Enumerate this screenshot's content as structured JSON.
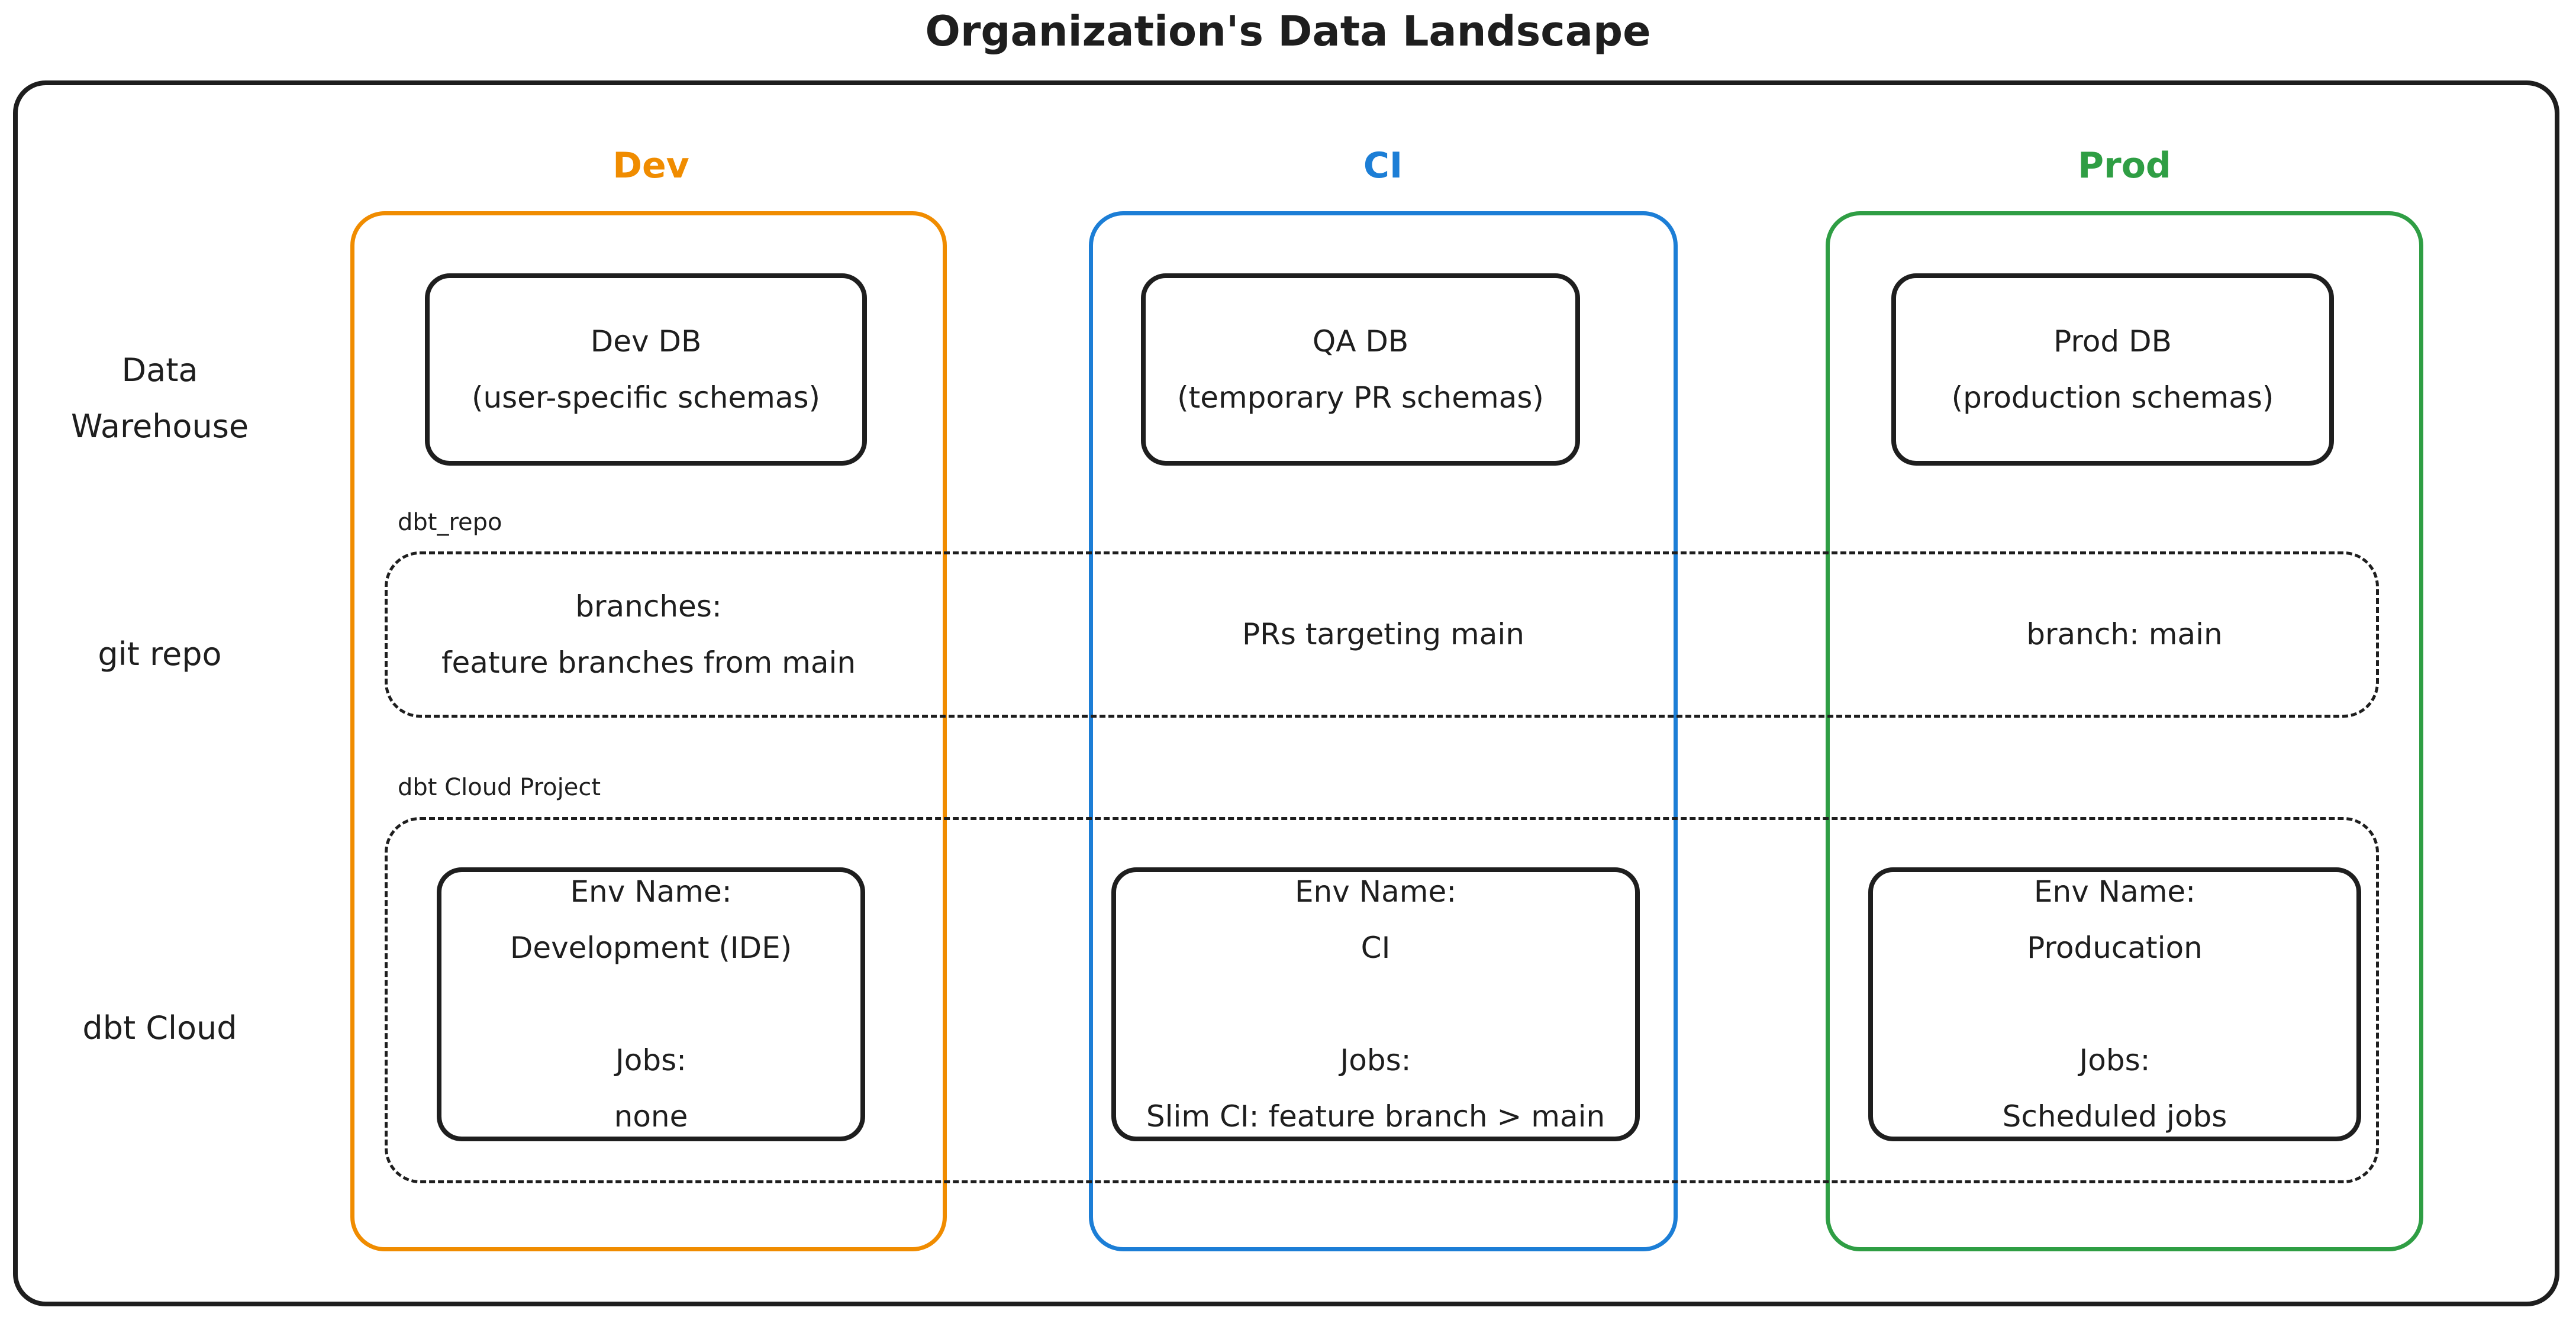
{
  "title": "Organization's Data Landscape",
  "stroke_color": "#1e1e1e",
  "background": "#ffffff",
  "row_labels": {
    "warehouse": "Data\nWarehouse",
    "git_repo": "git repo",
    "dbt_cloud": "dbt Cloud"
  },
  "group_labels": {
    "repo": "dbt_repo",
    "cloud_project": "dbt Cloud Project"
  },
  "columns": [
    {
      "key": "dev",
      "header": "Dev",
      "color": "#f08c00",
      "warehouse_box": "Dev DB\n(user-specific schemas)",
      "repo_cell": "branches:\nfeature branches from main",
      "cloud_box": "Env Name:\nDevelopment (IDE)\n\nJobs:\nnone"
    },
    {
      "key": "ci",
      "header": "CI",
      "color": "#1c7ed6",
      "warehouse_box": "QA DB\n(temporary PR schemas)",
      "repo_cell": "PRs targeting main",
      "cloud_box": "Env Name:\nCI\n\nJobs:\nSlim CI: feature branch > main"
    },
    {
      "key": "prod",
      "header": "Prod",
      "color": "#2f9e44",
      "warehouse_box": "Prod DB\n(production schemas)",
      "repo_cell": "branch: main",
      "cloud_box": "Env Name:\nProducation\n\nJobs:\nScheduled jobs"
    }
  ]
}
